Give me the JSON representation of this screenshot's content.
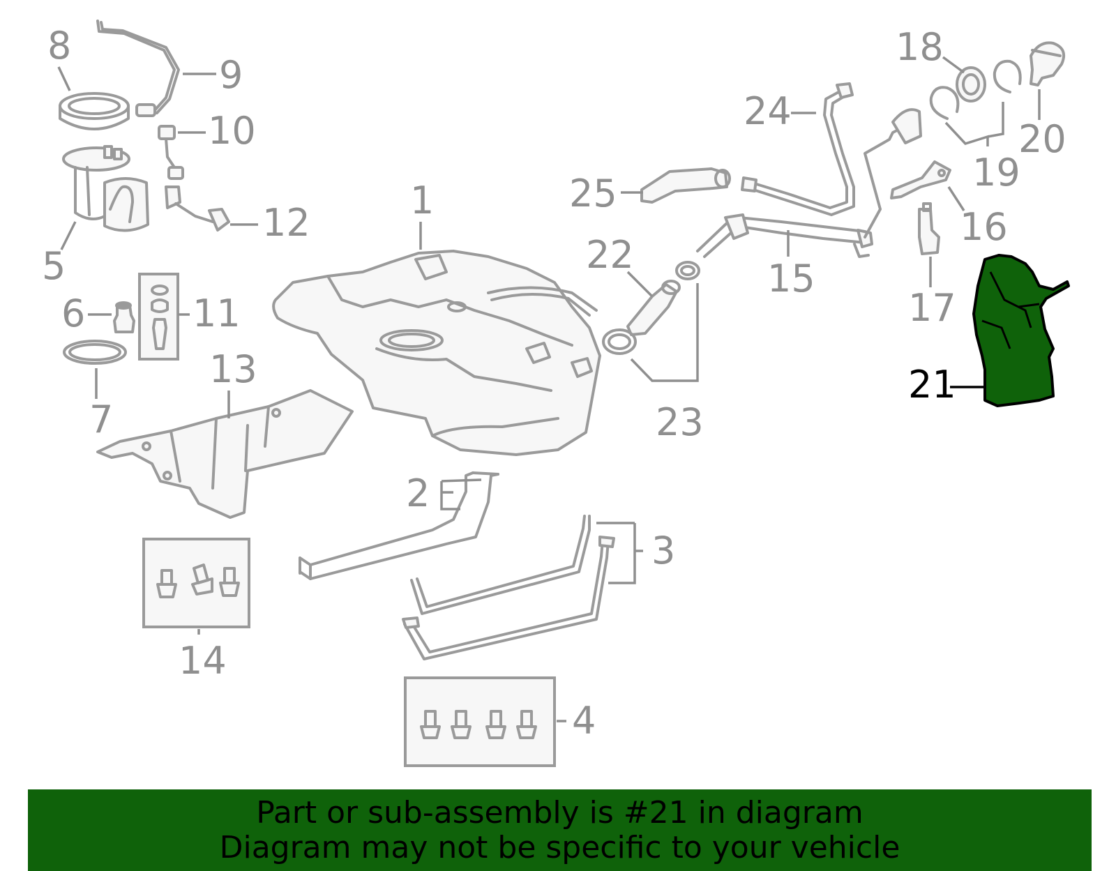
{
  "colors": {
    "highlight_fill": "#0f620a",
    "banner_fill": "#0f620a",
    "part_stroke": "#9a9a9a",
    "label_gray": "#8f8f8f",
    "highlight_label": "#000000"
  },
  "callouts": [
    {
      "id": "1",
      "text": "1"
    },
    {
      "id": "2",
      "text": "2"
    },
    {
      "id": "3",
      "text": "3"
    },
    {
      "id": "4",
      "text": "4"
    },
    {
      "id": "5",
      "text": "5"
    },
    {
      "id": "6",
      "text": "6"
    },
    {
      "id": "7",
      "text": "7"
    },
    {
      "id": "8",
      "text": "8"
    },
    {
      "id": "9",
      "text": "9"
    },
    {
      "id": "10",
      "text": "10"
    },
    {
      "id": "11",
      "text": "11"
    },
    {
      "id": "12",
      "text": "12"
    },
    {
      "id": "13",
      "text": "13"
    },
    {
      "id": "14",
      "text": "14"
    },
    {
      "id": "15",
      "text": "15"
    },
    {
      "id": "16",
      "text": "16"
    },
    {
      "id": "17",
      "text": "17"
    },
    {
      "id": "18",
      "text": "18"
    },
    {
      "id": "19",
      "text": "19"
    },
    {
      "id": "20",
      "text": "20"
    },
    {
      "id": "21",
      "text": "21",
      "highlighted": true
    },
    {
      "id": "22",
      "text": "22"
    },
    {
      "id": "23",
      "text": "23"
    },
    {
      "id": "24",
      "text": "24"
    },
    {
      "id": "25",
      "text": "25"
    }
  ],
  "banner": {
    "line1": "Part or sub-assembly is #21 in diagram",
    "line2": "Diagram may not be specific to your vehicle"
  }
}
